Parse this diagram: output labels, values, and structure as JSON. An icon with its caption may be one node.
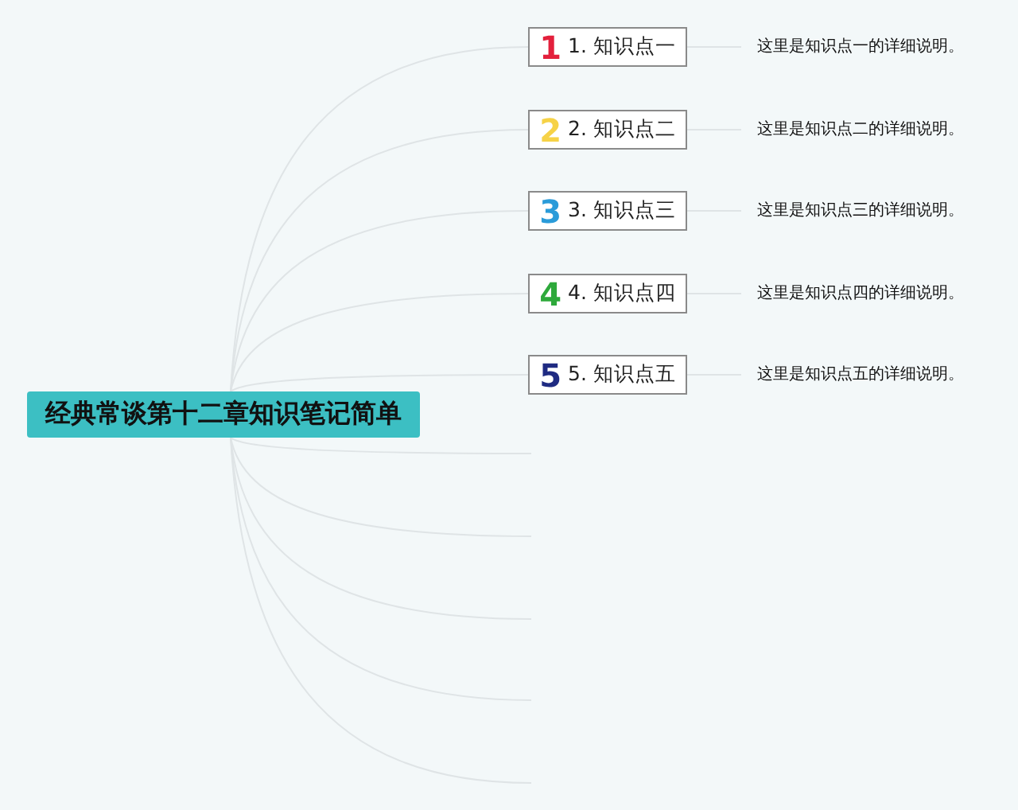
{
  "diagram": {
    "nodes": [
      {
        "text": [
          "经典常谈第十二章知识笔记简单"
        ]
      },
      {
        "text": [
          "1",
          "1. 知识点一"
        ]
      },
      {
        "text": [
          "2",
          "2. 知识点二"
        ]
      },
      {
        "text": [
          "3",
          "3. 知识点三"
        ]
      },
      {
        "text": [
          "4",
          "4. 知识点四"
        ]
      },
      {
        "text": [
          "5",
          "5. 知识点五"
        ]
      },
      {
        "text": [
          "这里是知识点一的详细说明。"
        ]
      },
      {
        "text": [
          "这里是知识点二的详细说明。"
        ]
      },
      {
        "text": [
          "这里是知识点三的详细说明。"
        ]
      },
      {
        "text": [
          "这里是知识点四的详细说明。"
        ]
      },
      {
        "text": [
          "这里是知识点五的详细说明。"
        ]
      }
    ],
    "edges": [
      {
        "from": 0,
        "to": 1,
        "arrow": "none"
      },
      {
        "from": 0,
        "to": 2,
        "arrow": "none"
      },
      {
        "from": 0,
        "to": 3,
        "arrow": "none"
      },
      {
        "from": 0,
        "to": 4,
        "arrow": "none"
      },
      {
        "from": 0,
        "to": 5,
        "arrow": "none"
      },
      {
        "from": 1,
        "to": 6,
        "arrow": "none"
      },
      {
        "from": 2,
        "to": 7,
        "arrow": "none"
      },
      {
        "from": 3,
        "to": 8,
        "arrow": "none"
      },
      {
        "from": 4,
        "to": 9,
        "arrow": "none"
      },
      {
        "from": 5,
        "to": 10,
        "arrow": "none"
      },
      {
        "from": 0,
        "to": null,
        "arrow": "none"
      },
      {
        "from": 0,
        "to": null,
        "arrow": "none"
      },
      {
        "from": 0,
        "to": null,
        "arrow": "none"
      },
      {
        "from": 0,
        "to": null,
        "arrow": "none"
      },
      {
        "from": 0,
        "to": null,
        "arrow": "none"
      }
    ]
  }
}
